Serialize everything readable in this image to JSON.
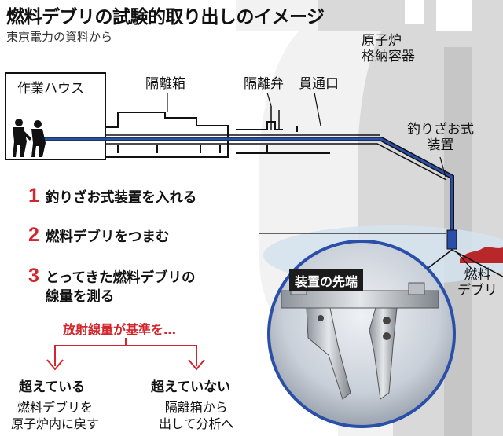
{
  "title": "燃料デブリの試験的取り出しのイメージ",
  "subtitle": "東京電力の資料から",
  "labels": {
    "containment": [
      "原子炉",
      "格納容器"
    ],
    "work_house": "作業ハウス",
    "isolation_box": "隔離箱",
    "isolation_valve": "隔離弁",
    "penetration": "貫通口",
    "device": [
      "釣りざお式",
      "装置"
    ],
    "debris": [
      "燃料",
      "デブリ"
    ]
  },
  "steps": [
    {
      "num": "1",
      "text": [
        "釣りざお式装置を入れる"
      ]
    },
    {
      "num": "2",
      "text": [
        "燃料デブリをつまむ"
      ]
    },
    {
      "num": "3",
      "text": [
        "とってきた燃料デブリの",
        "線量を測る"
      ]
    }
  ],
  "criterion": "放射線量が基準を…",
  "outcomes": [
    {
      "heading": "超えている",
      "lines": [
        "燃料デブリを",
        "原子炉内に戻す"
      ]
    },
    {
      "heading": "超えていない",
      "lines": [
        "隔離箱から",
        "出して分析へ"
      ]
    }
  ],
  "inset": {
    "label": "装置の先端"
  },
  "colors": {
    "accent_red": "#d2262c",
    "pipe_blue": "#2a4fa8",
    "debris_red": "#b8282a",
    "structure_gray": "#d6d6d6"
  }
}
